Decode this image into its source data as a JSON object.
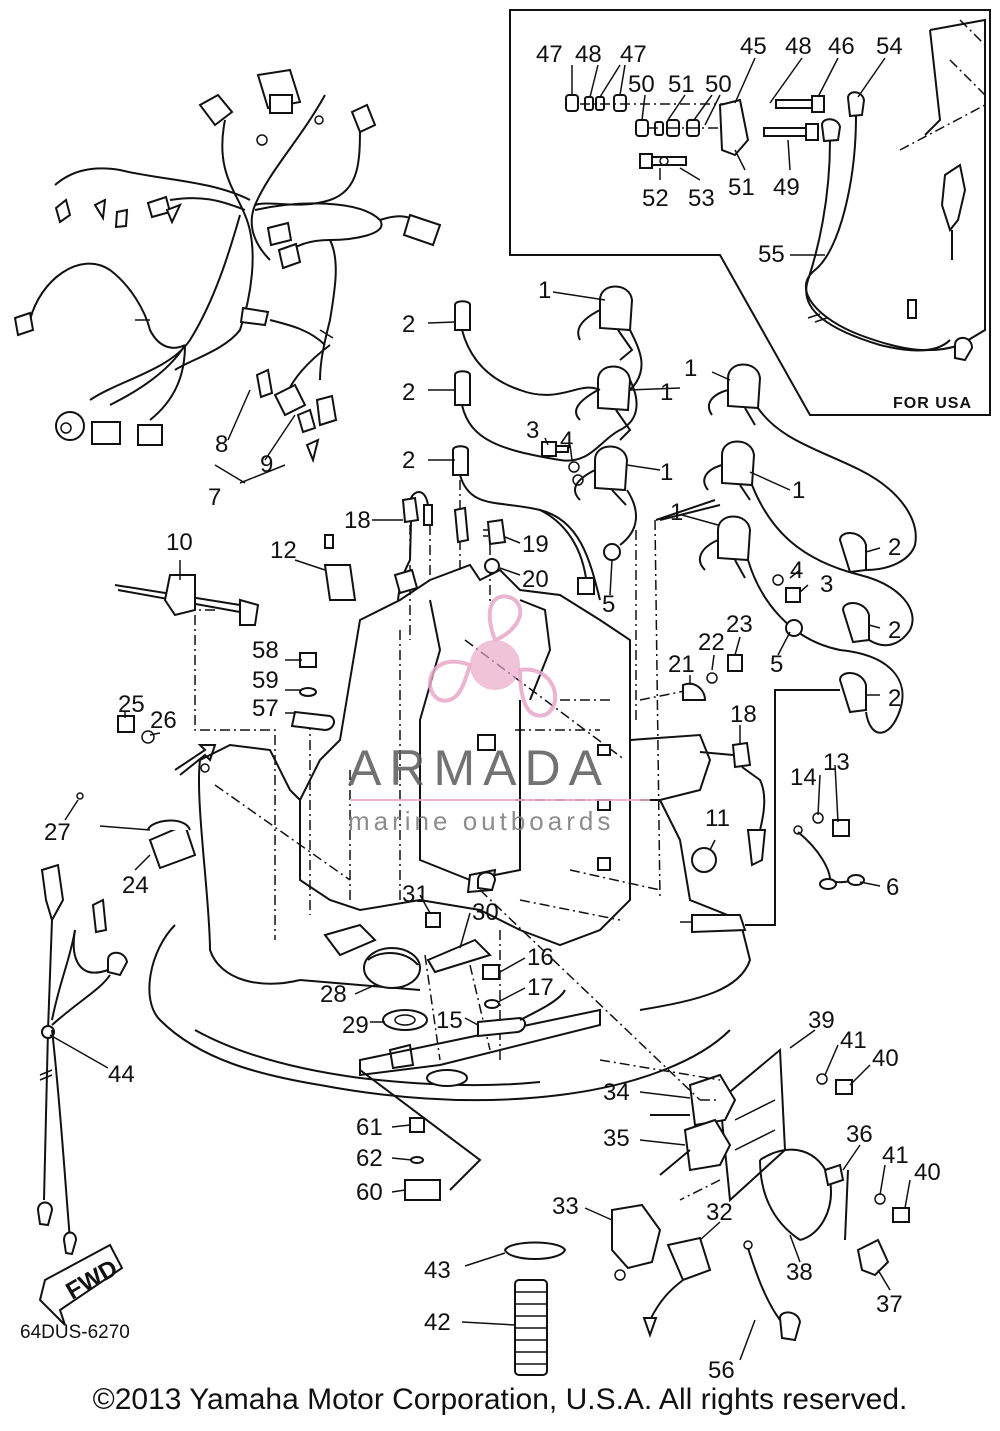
{
  "diagram_code": "64DUS-6270",
  "copyright": "©2013 Yamaha Motor Corporation, U.S.A. All rights reserved.",
  "inset_note": "FOR USA",
  "fwd_label": "FWD",
  "watermark": {
    "brand": "ARMADA",
    "tagline": "marine outboards",
    "logo_color": "#e8a7c8"
  },
  "callouts": [
    {
      "id": "c47a",
      "text": "47"
    },
    {
      "id": "c48a",
      "text": "48"
    },
    {
      "id": "c47b",
      "text": "47"
    },
    {
      "id": "c45",
      "text": "45"
    },
    {
      "id": "c48b",
      "text": "48"
    },
    {
      "id": "c46",
      "text": "46"
    },
    {
      "id": "c54",
      "text": "54"
    },
    {
      "id": "c50a",
      "text": "50"
    },
    {
      "id": "c51a",
      "text": "51"
    },
    {
      "id": "c50b",
      "text": "50"
    },
    {
      "id": "c52",
      "text": "52"
    },
    {
      "id": "c53",
      "text": "53"
    },
    {
      "id": "c51b",
      "text": "51"
    },
    {
      "id": "c49",
      "text": "49"
    },
    {
      "id": "c55",
      "text": "55"
    },
    {
      "id": "c1a",
      "text": "1"
    },
    {
      "id": "c1b",
      "text": "1"
    },
    {
      "id": "c1c",
      "text": "1"
    },
    {
      "id": "c1d",
      "text": "1"
    },
    {
      "id": "c1e",
      "text": "1"
    },
    {
      "id": "c1f",
      "text": "1"
    },
    {
      "id": "c2a",
      "text": "2"
    },
    {
      "id": "c2b",
      "text": "2"
    },
    {
      "id": "c2c",
      "text": "2"
    },
    {
      "id": "c2d",
      "text": "2"
    },
    {
      "id": "c2e",
      "text": "2"
    },
    {
      "id": "c2f",
      "text": "2"
    },
    {
      "id": "c3a",
      "text": "3"
    },
    {
      "id": "c4a",
      "text": "4"
    },
    {
      "id": "c4b",
      "text": "4"
    },
    {
      "id": "c3b",
      "text": "3"
    },
    {
      "id": "c8",
      "text": "8"
    },
    {
      "id": "c9",
      "text": "9"
    },
    {
      "id": "c7",
      "text": "7"
    },
    {
      "id": "c10",
      "text": "10"
    },
    {
      "id": "c12",
      "text": "12"
    },
    {
      "id": "c18a",
      "text": "18"
    },
    {
      "id": "c19",
      "text": "19"
    },
    {
      "id": "c20",
      "text": "20"
    },
    {
      "id": "c5a",
      "text": "5"
    },
    {
      "id": "c5b",
      "text": "5"
    },
    {
      "id": "c23",
      "text": "23"
    },
    {
      "id": "c22",
      "text": "22"
    },
    {
      "id": "c21",
      "text": "21"
    },
    {
      "id": "c58",
      "text": "58"
    },
    {
      "id": "c59",
      "text": "59"
    },
    {
      "id": "c57",
      "text": "57"
    },
    {
      "id": "c25",
      "text": "25"
    },
    {
      "id": "c26",
      "text": "26"
    },
    {
      "id": "c27",
      "text": "27"
    },
    {
      "id": "c24",
      "text": "24"
    },
    {
      "id": "c18b",
      "text": "18"
    },
    {
      "id": "c13",
      "text": "13"
    },
    {
      "id": "c14",
      "text": "14"
    },
    {
      "id": "c11",
      "text": "11"
    },
    {
      "id": "c6",
      "text": "6"
    },
    {
      "id": "c31",
      "text": "31"
    },
    {
      "id": "c30",
      "text": "30"
    },
    {
      "id": "c28",
      "text": "28"
    },
    {
      "id": "c29",
      "text": "29"
    },
    {
      "id": "c16",
      "text": "16"
    },
    {
      "id": "c17",
      "text": "17"
    },
    {
      "id": "c15",
      "text": "15"
    },
    {
      "id": "c44",
      "text": "44"
    },
    {
      "id": "c39",
      "text": "39"
    },
    {
      "id": "c41a",
      "text": "41"
    },
    {
      "id": "c40a",
      "text": "40"
    },
    {
      "id": "c34",
      "text": "34"
    },
    {
      "id": "c35",
      "text": "35"
    },
    {
      "id": "c36",
      "text": "36"
    },
    {
      "id": "c41b",
      "text": "41"
    },
    {
      "id": "c40b",
      "text": "40"
    },
    {
      "id": "c61",
      "text": "61"
    },
    {
      "id": "c62",
      "text": "62"
    },
    {
      "id": "c60",
      "text": "60"
    },
    {
      "id": "c33",
      "text": "33"
    },
    {
      "id": "c32",
      "text": "32"
    },
    {
      "id": "c43",
      "text": "43"
    },
    {
      "id": "c38",
      "text": "38"
    },
    {
      "id": "c37",
      "text": "37"
    },
    {
      "id": "c42",
      "text": "42"
    },
    {
      "id": "c56",
      "text": "56"
    }
  ]
}
